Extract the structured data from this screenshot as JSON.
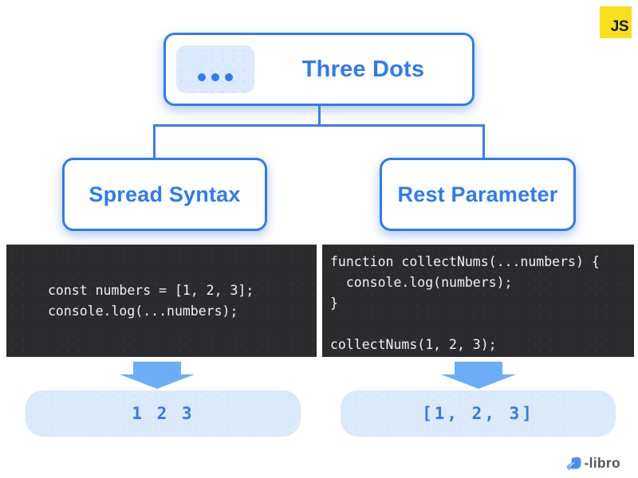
{
  "badge": {
    "label": "JS"
  },
  "root": {
    "title": "Three Dots",
    "icon": "ellipsis"
  },
  "left_branch": {
    "title": "Spread Syntax",
    "code": "const numbers = [1, 2, 3];\nconsole.log(...numbers);",
    "output": "1 2 3"
  },
  "right_branch": {
    "title": "Rest Parameter",
    "code": "function collectNums(...numbers) {\n  console.log(numbers);\n}\n\ncollectNums(1, 2, 3);",
    "output": "[1, 2, 3]"
  },
  "footer": {
    "brand": "-libro"
  },
  "colors": {
    "accent_blue": "#2f7bf0",
    "arrow_blue": "#6caef6",
    "light_blue_fill": "#dbeafa",
    "code_background": "#2b2b2e",
    "js_yellow": "#f7df1e"
  }
}
